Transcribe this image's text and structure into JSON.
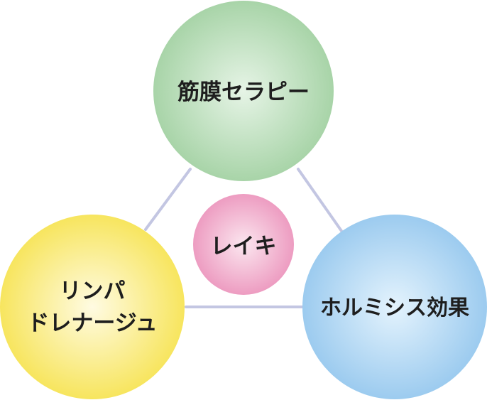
{
  "nodes": {
    "top": {
      "label": "筋膜セラピー"
    },
    "center": {
      "label": "レイキ"
    },
    "left": {
      "label_line1": "リンパ",
      "label_line2": "ドレナージュ"
    },
    "right": {
      "label": "ホルミシス効果"
    }
  },
  "colors": {
    "connector": "#c3c6e2",
    "top_center": "#e6f4e6",
    "top_edge": "#a8d4a8",
    "center_center": "#fbe6ef",
    "center_edge": "#ed9cc1",
    "left_center": "#fffbe2",
    "left_edge": "#f7e55e",
    "right_center": "#e4f3fd",
    "right_edge": "#9ccbef"
  }
}
